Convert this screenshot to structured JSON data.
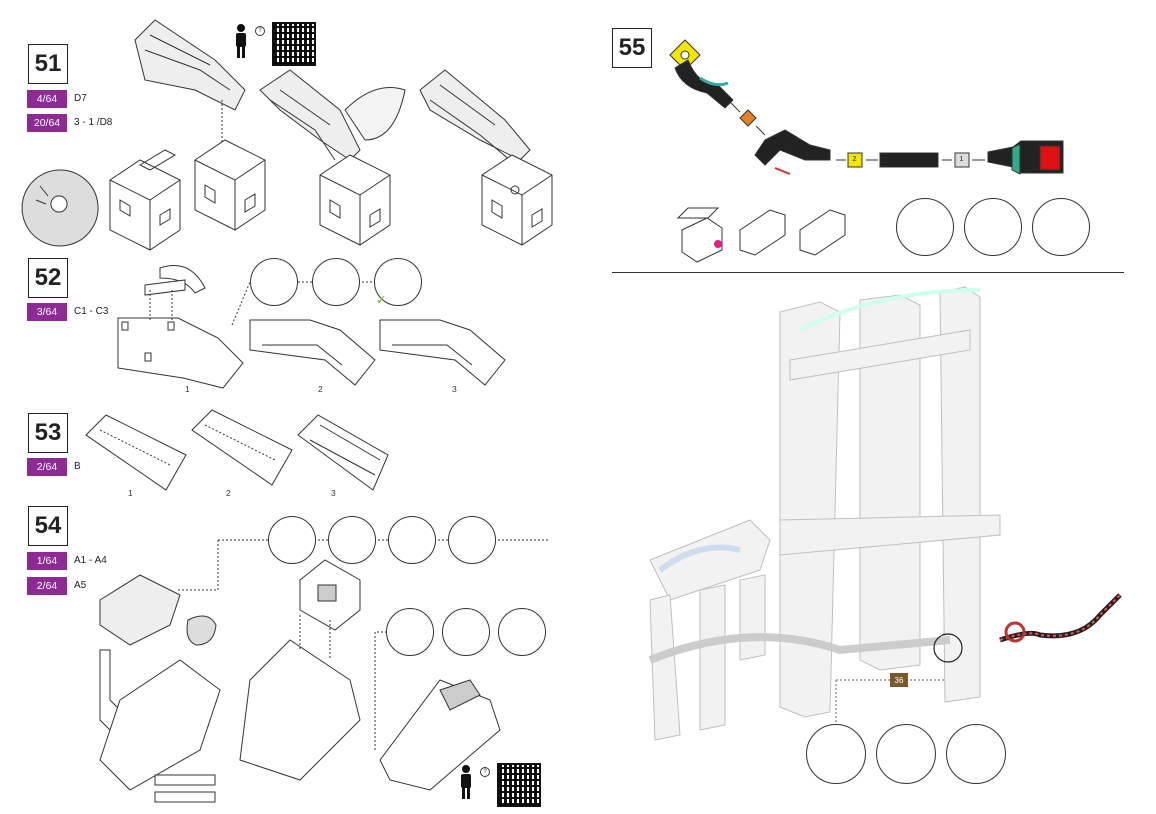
{
  "steps": [
    {
      "number": "51",
      "parts": [
        {
          "count": "4/64",
          "ref": "D7"
        },
        {
          "count": "20/64",
          "ref": "3 - 1 /D8"
        }
      ]
    },
    {
      "number": "52",
      "parts": [
        {
          "count": "3/64",
          "ref": "C1 - C3"
        }
      ],
      "sub_labels": [
        "1",
        "2",
        "3"
      ]
    },
    {
      "number": "53",
      "parts": [
        {
          "count": "2/64",
          "ref": "B"
        }
      ],
      "sub_labels": [
        "1",
        "2",
        "3"
      ]
    },
    {
      "number": "54",
      "parts": [
        {
          "count": "1/64",
          "ref": "A1 - A4"
        },
        {
          "count": "2/64",
          "ref": "A5"
        }
      ]
    },
    {
      "number": "55"
    }
  ],
  "step55_track_tags": [
    "2",
    "1"
  ],
  "tower_marker": "36",
  "colors": {
    "badge": "#8e2a93",
    "tag_yellow": "#f4e600",
    "tag_orange": "#e8822a",
    "tag_gray": "#dcdcdc",
    "marker_brown": "#7a5a2a",
    "pink_dot": "#e4207a",
    "check_green": "#8bc34a"
  },
  "icons": [
    "person-icon",
    "help-icon",
    "qr-code-icon"
  ]
}
